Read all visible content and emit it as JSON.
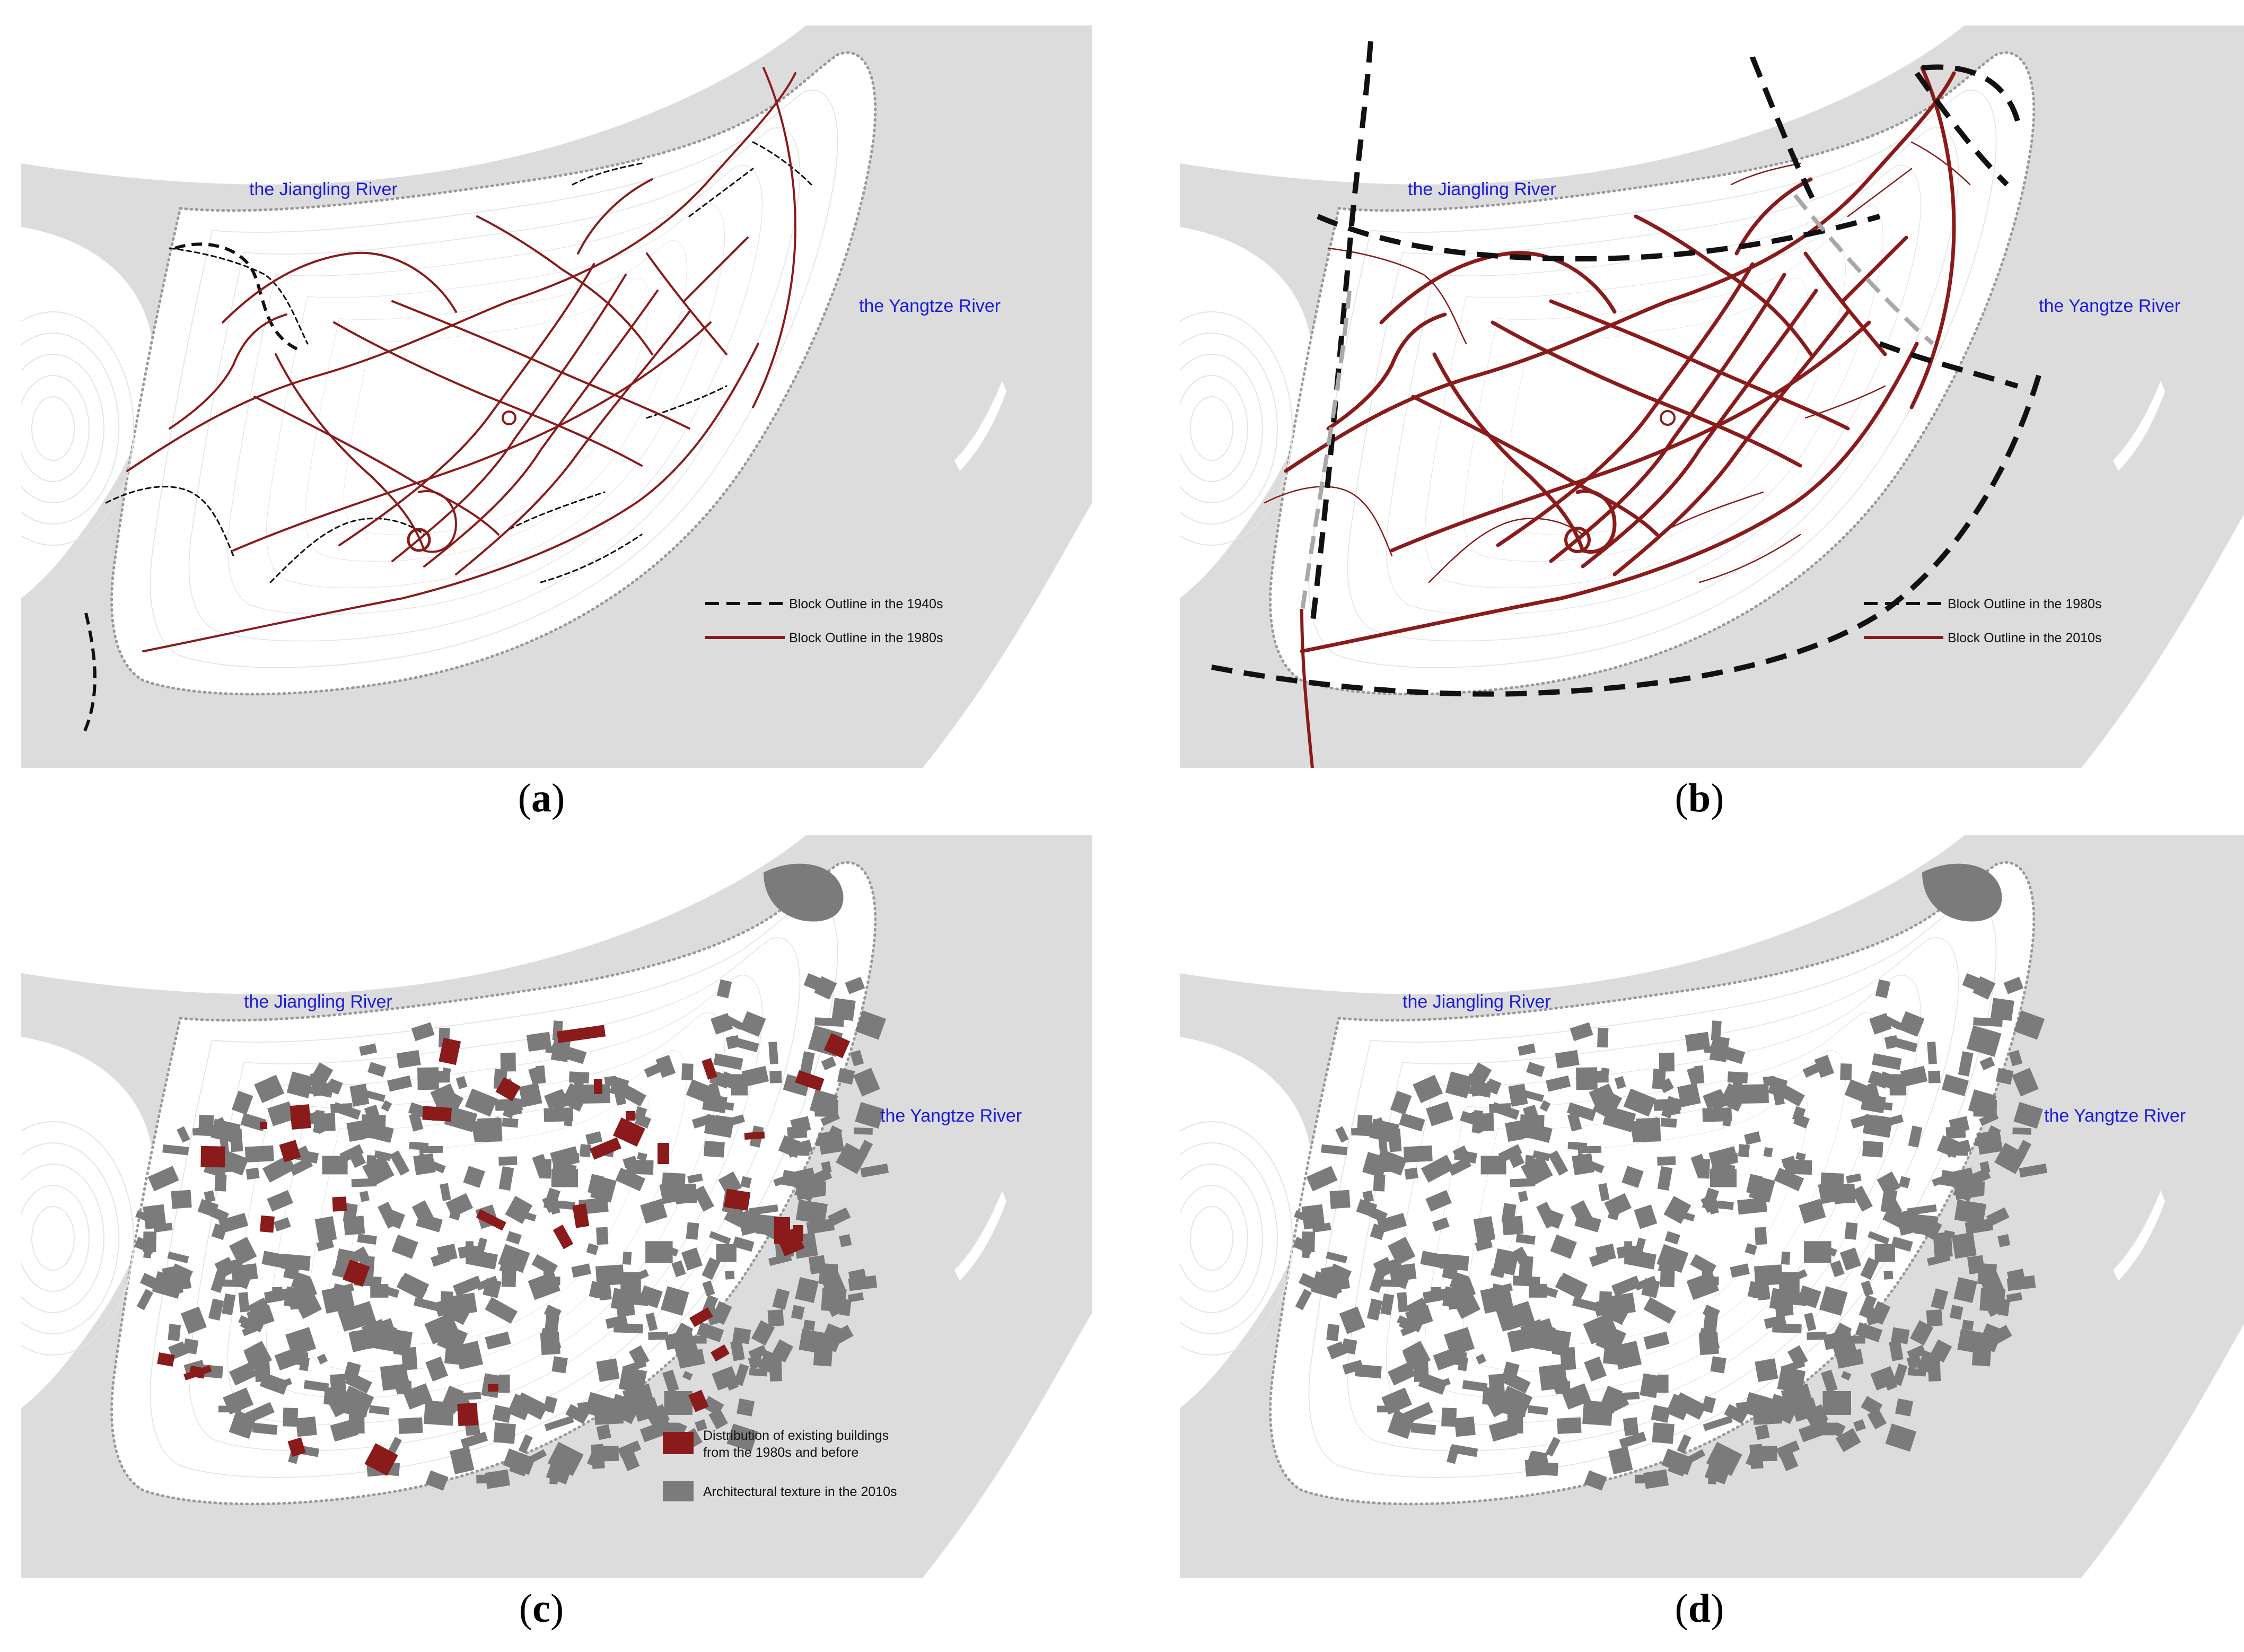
{
  "colors": {
    "river": "#dcdcdc",
    "land": "#ffffff",
    "contour": "#e4e4e4",
    "boundary": "#9a9a9a",
    "road_1980s": "#8b1a1a",
    "outline_black": "#111111",
    "outline_gray": "#a8a8a8",
    "building_2010s": "#7b7b7b",
    "building_1980s": "#8b1a1a",
    "river_label_blue": "#1c1cd8"
  },
  "rivers": {
    "jiangling": "the Jiangling River",
    "yangtze": "the Yangtze River"
  },
  "panels": {
    "a": {
      "caption_open": "(",
      "caption_letter": "a",
      "caption_close": ")",
      "legend": [
        {
          "label": "Block Outline in the 1940s",
          "style": "black-dashed"
        },
        {
          "label": "Block Outline in the 1980s",
          "style": "red-solid"
        }
      ]
    },
    "b": {
      "caption_open": "(",
      "caption_letter": "b",
      "caption_close": ")",
      "legend": [
        {
          "label": "Block Outline in the 1980s",
          "style": "black-dashed"
        },
        {
          "label": "Block Outline in the 2010s",
          "style": "red-solid"
        }
      ]
    },
    "c": {
      "caption_open": "(",
      "caption_letter": "c",
      "caption_close": ")",
      "legend": [
        {
          "label_line1": "Distribution of existing buildings",
          "label_line2": "from the 1980s and before",
          "style": "red-swatch"
        },
        {
          "label": "Architectural texture in the 2010s",
          "style": "gray-swatch"
        }
      ]
    },
    "d": {
      "caption_open": "(",
      "caption_letter": "d",
      "caption_close": ")",
      "legend": []
    }
  }
}
